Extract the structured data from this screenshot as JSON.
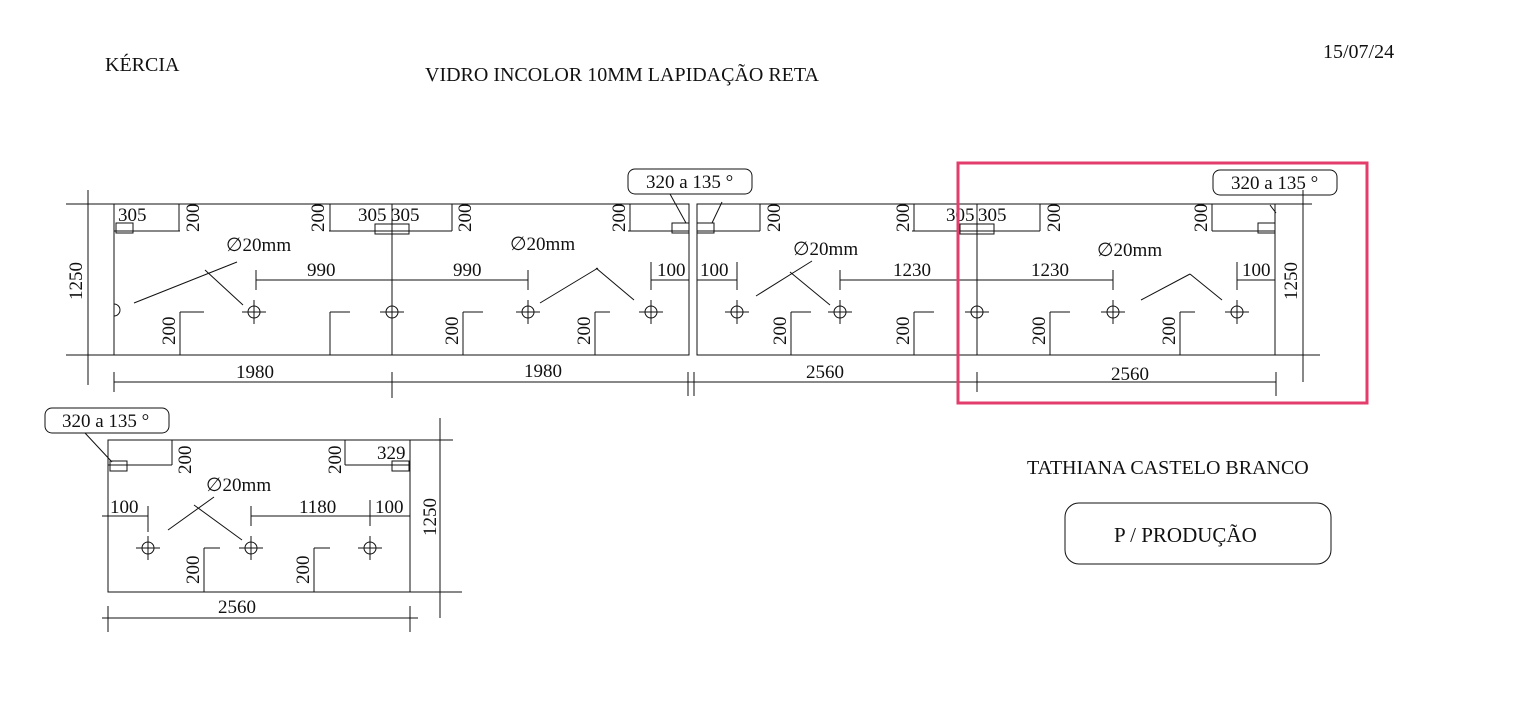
{
  "header": {
    "client": "KÉRCIA",
    "material": "VIDRO INCOLOR 10MM  LAPIDAÇÃO RETA",
    "date": "15/07/24"
  },
  "footer": {
    "responsible": "TATHIANA CASTELO BRANCO",
    "stamp": "P / PRODUÇÃO"
  },
  "panels": {
    "p1": {
      "height": "1250",
      "width": "1980",
      "edge": "305",
      "hole_diameter": "∅20mm",
      "offset_v": "200",
      "hole_distance": "990"
    },
    "p2": {
      "width": "1980",
      "edge_left": "305",
      "edge_right": "305",
      "hole_diameter": "∅20mm",
      "offset_v": "200",
      "hole_distance": "990",
      "hole_offset": "100",
      "corner_note": "320 a 135 °"
    },
    "p3": {
      "width": "2560",
      "hole_diameter": "∅20mm",
      "offset_v": "200",
      "hole_offset": "100",
      "hole_distance": "1230",
      "edge": "305"
    },
    "p4": {
      "width": "2560",
      "height": "1250",
      "edge": "305",
      "hole_diameter": "∅20mm",
      "offset_v": "200",
      "hole_offset": "100",
      "hole_distance": "1230",
      "corner_note": "320 a 135 °"
    },
    "p5": {
      "width": "2560",
      "height": "1250",
      "edge": "329",
      "hole_diameter": "∅20mm",
      "offset_v": "200",
      "hole_offset": "100",
      "hole_distance": "1180",
      "corner_note": "320 a 135 °"
    }
  },
  "highlight_color": "#e23d6b"
}
